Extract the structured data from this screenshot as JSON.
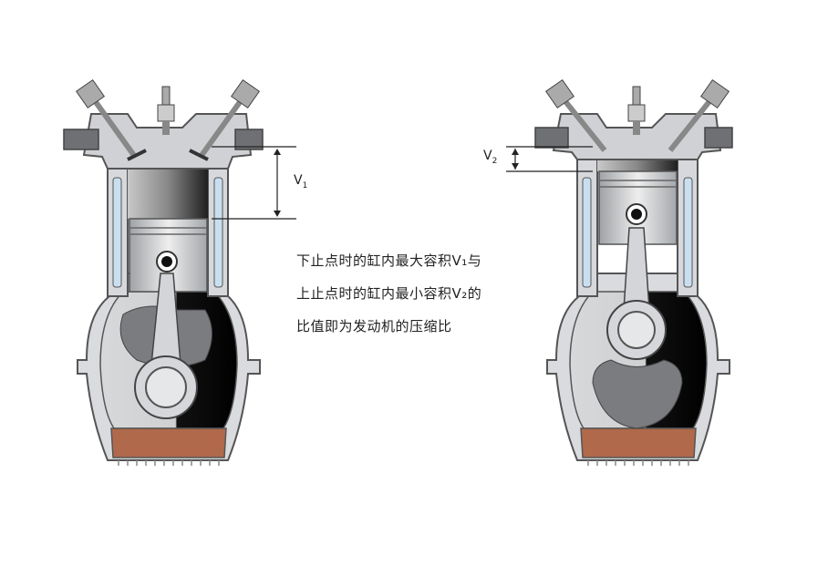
{
  "labels": {
    "v1": "V",
    "v1_sub": "1",
    "v2": "V",
    "v2_sub": "2"
  },
  "caption": {
    "line1": "下止点时的缸内最大容积V₁与",
    "line2": "上止点时的缸内最小容积V₂的",
    "line3": "比值即为发动机的压缩比"
  },
  "colors": {
    "body_gray": "#d6d8dc",
    "dark_chamber": "#1a1a1a",
    "oil": "#b0694a",
    "coolant": "#c9dff0",
    "outline": "#444444"
  }
}
